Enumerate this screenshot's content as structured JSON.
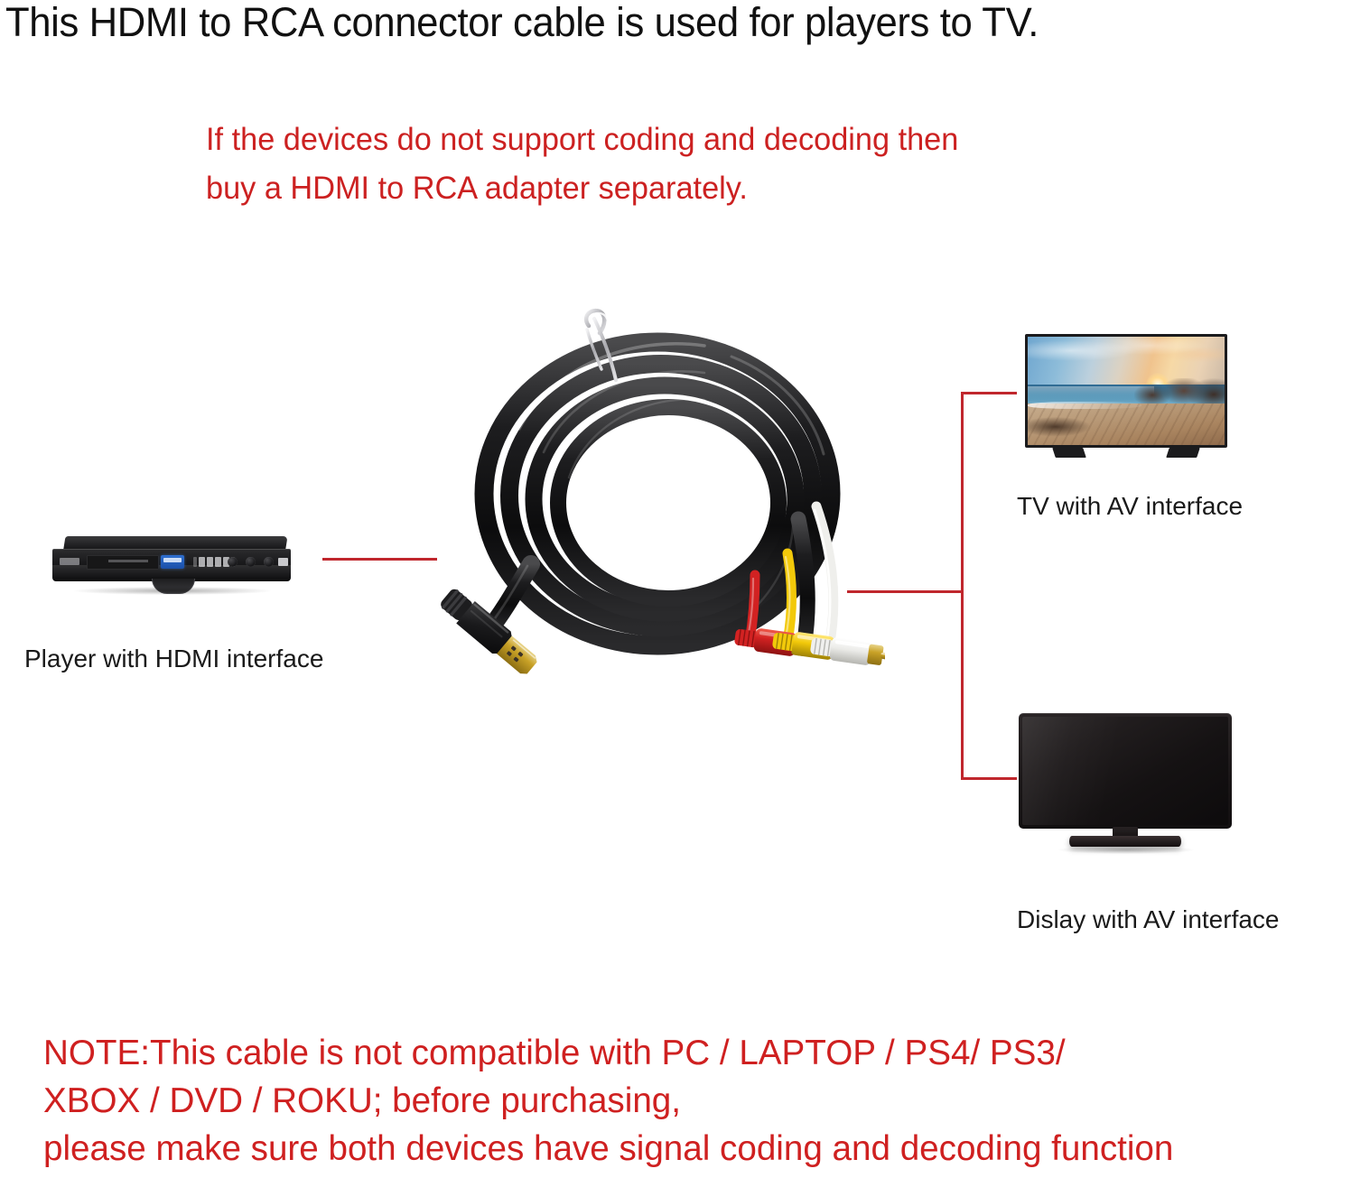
{
  "headline": "This HDMI to RCA connector cable is used for players to TV.",
  "subnote": {
    "line1": "If the devices do not support coding and decoding then",
    "line2": "buy a HDMI to RCA adapter separately."
  },
  "bottom_note": {
    "line1": "NOTE:This cable is not compatible with PC / LAPTOP / PS4/ PS3/",
    "line2": "XBOX / DVD / ROKU; before purchasing,",
    "line3": "please make sure both devices have signal coding and decoding function"
  },
  "captions": {
    "player": "Player with HDMI interface",
    "tv": "TV with AV interface",
    "display": "Dislay with AV interface"
  },
  "colors": {
    "red_text": "#cf2020",
    "subnote_red": "#cc2121",
    "connector_line": "#c0272d",
    "black_text": "#111111",
    "background": "#ffffff",
    "rca_red": "#d22222",
    "rca_yellow": "#f2c90a",
    "rca_white": "#f2f2f0",
    "cable_black": "#141414",
    "gold_contact": "#c9a227"
  },
  "diagram": {
    "product": "HDMI to RCA connector cable",
    "source_device": "Player with HDMI interface",
    "target_devices": [
      "TV with AV interface",
      "Dislay with AV interface"
    ],
    "connectors": {
      "hdmi_end": "HDMI male connector",
      "rca_end": [
        "red RCA plug",
        "yellow RCA plug",
        "white RCA plug"
      ]
    },
    "cable_tie": "metal twist tie"
  }
}
